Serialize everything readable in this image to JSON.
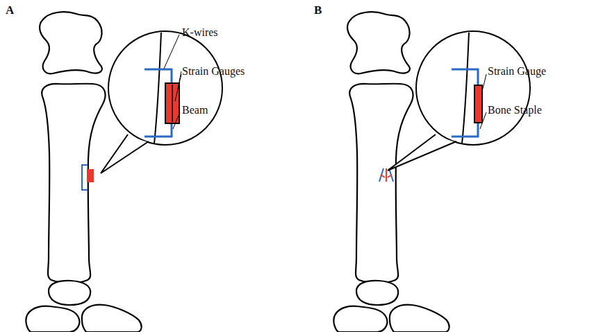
{
  "diagram": {
    "labels": [
      "A",
      "B",
      "K-wires",
      "Strain Gauges",
      "Beam",
      "Strain Gauge",
      "Bone Staple"
    ]
  }
}
